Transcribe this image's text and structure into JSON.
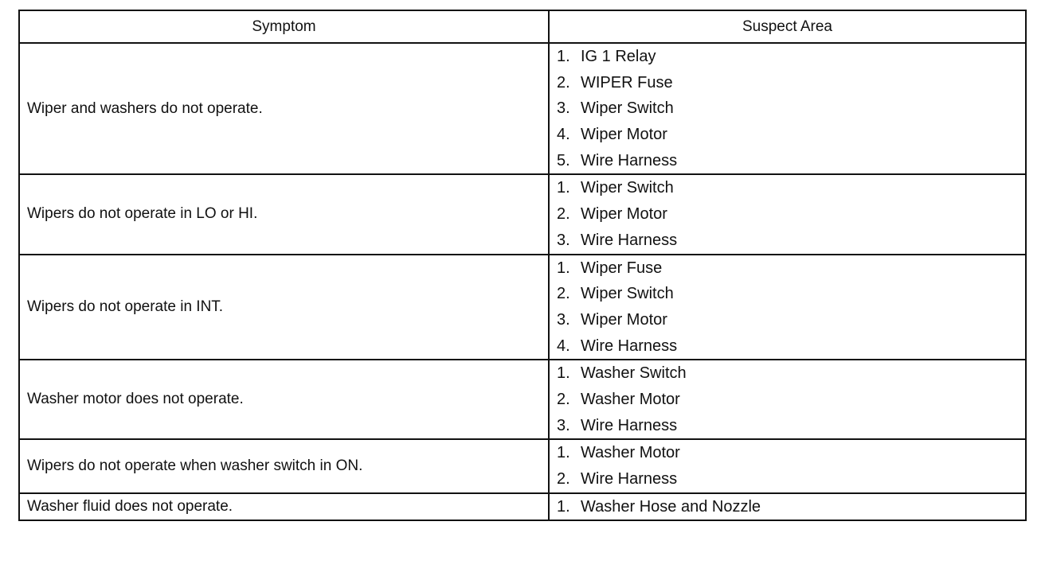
{
  "table": {
    "headers": {
      "symptom": "Symptom",
      "suspect_area": "Suspect Area"
    },
    "rows": [
      {
        "symptom": "Wiper and washers do not operate.",
        "suspects": [
          "IG 1 Relay",
          "WIPER Fuse",
          "Wiper Switch",
          "Wiper Motor",
          "Wire Harness"
        ]
      },
      {
        "symptom": "Wipers do not operate in LO or HI.",
        "suspects": [
          "Wiper Switch",
          "Wiper Motor",
          "Wire Harness"
        ]
      },
      {
        "symptom": "Wipers do not operate in INT.",
        "suspects": [
          "Wiper Fuse",
          "Wiper Switch",
          "Wiper Motor",
          "Wire Harness"
        ]
      },
      {
        "symptom": "Washer motor does not operate.",
        "suspects": [
          "Washer Switch",
          "Washer Motor",
          "Wire Harness"
        ]
      },
      {
        "symptom": "Wipers do not operate when washer switch in ON.",
        "suspects": [
          "Washer Motor",
          "Wire Harness"
        ]
      },
      {
        "symptom": "Washer fluid does not operate.",
        "suspects": [
          "Washer Hose and Nozzle"
        ]
      }
    ]
  }
}
